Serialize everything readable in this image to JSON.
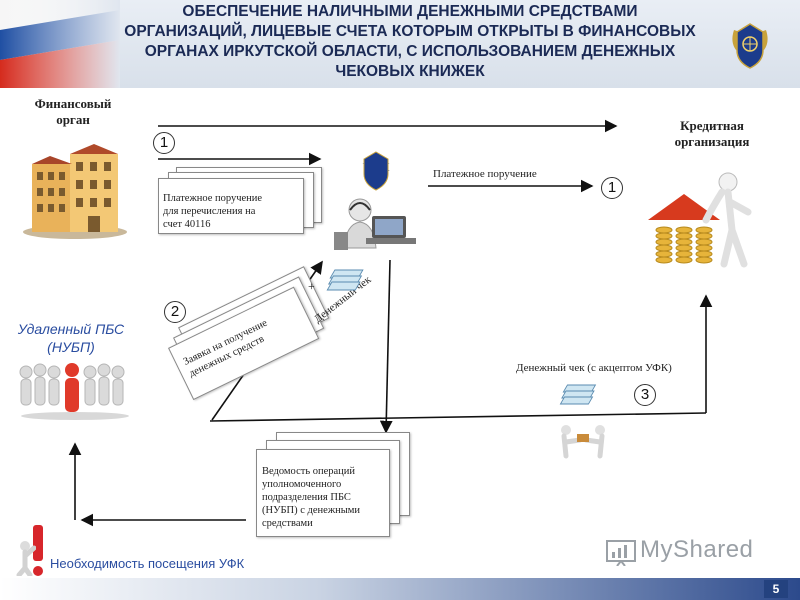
{
  "header": {
    "title": "ОБЕСПЕЧЕНИЕ НАЛИЧНЫМИ ДЕНЕЖНЫМИ СРЕДСТВАМИ\nОРГАНИЗАЦИЙ, ЛИЦЕВЫЕ СЧЕТА КОТОРЫМ ОТКРЫТЫ В ФИНАНСОВЫХ\nОРГАНАХ ИРКУТСКОЙ ОБЛАСТИ, С ИСПОЛЬЗОВАНИЕМ ДЕНЕЖНЫХ\nЧЕКОВЫХ КНИЖЕК",
    "flag_colors": [
      "#ffffff",
      "#1f4fa3",
      "#d52b1e"
    ]
  },
  "labels": {
    "financial_body": "Финансовый\nорган",
    "credit_org": "Кредитная\nорганизация",
    "remote_pbs": "Удаленный ПБС\n(НУБП)",
    "ufk": "УФК",
    "payment_order": "Платежное поручение",
    "cash_check_accept": "Денежный чек (с акцептом УФК)",
    "cash_check": "Денежный чек",
    "plus": "+"
  },
  "documents": {
    "payment_order_doc": "Платежное поручение\nдля перечисления на\nсчет 40116",
    "request_doc": "Заявка на получение\nденежных средств",
    "statement_doc": "Ведомость операций\nуполномоченного\nподразделения ПБС\n(НУБП) с денежными\nсредствами"
  },
  "steps": [
    "1",
    "1",
    "2",
    "3"
  ],
  "footer": {
    "note": "Необходимость посещения УФК",
    "page": "5",
    "watermark": "MyShared"
  },
  "colors": {
    "accent_blue": "#2a4da0",
    "title_navy": "#1b2a55",
    "excl_red": "#d7262b"
  }
}
